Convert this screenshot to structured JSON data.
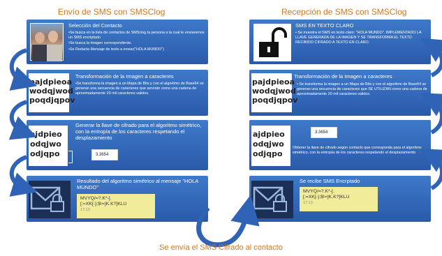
{
  "left": {
    "title": "Envío de SMS con SMSClog",
    "step1": {
      "header": "Selección del Contacto",
      "bullets": [
        "•Se busca en la lista de contactos de SMSclog la persona a la cual le enviaremos un SMS encriptado",
        "•Se busca la imagen correspondiente.",
        "•Se Redacta Mensaje de texto a enviar(\"HOLA MUNDO\")"
      ]
    },
    "step2": {
      "header": "Transformación de la Imagen a caracteres",
      "text": "•Se transforma la imagen a un Mapa de Bits y con el algoritmo de Base64 se generan una secuencia de caracteres que servirán como una cadena de aproximadamente 20 mil caracteres validos.",
      "code_lines": [
        "pajdpieoa",
        "wodqjwod",
        "poqdjqpov"
      ]
    },
    "step3": {
      "header": "Generar la llave de cifrado para el algoritmo simétrico, con la entropía de los caracteres respetando el desplazamiento",
      "code_lines": [
        "ajdpieo",
        "odqjwo",
        "odjqpo"
      ],
      "value": "3.3654"
    },
    "step4": {
      "header": "Resultado del algoritmo simétrico al mensaje \"HOLA MUNDO\"",
      "message": "MVYQ/=?.K*-[.[:=XK[-};$!=]K.K?]KLU",
      "time": "17:13",
      "icon": "envelope-lock-icon"
    }
  },
  "right": {
    "title": "Recepción de SMS con SMSClog",
    "step1": {
      "header": "SMS EN TEXTO CLARO",
      "bullets": [
        "• Se muestra el SMS en texto claro: \"HOLA MUNDO\". IMPLEMENTADO LA LLAVE GENERADA DE LA IMAGEN Y SE TRANSFORMA EL TEXTO RECIBIDO CIFRADO A TEXTO EN CLARO."
      ],
      "icon": "unlocked-padlock-icon"
    },
    "step2": {
      "header": "Transformación de la Imagen a caracteres",
      "text": "• Se transforma la imagen a un Mapa de Bits y con el algoritmo de Base64 se generan una secuencia de caracteres que SE UTILIZAN como una cadena de aproximadamente 20 mil caracteres validos.",
      "code_lines": [
        "pajdpieoa",
        "wodqjwod",
        "poqdjqpov"
      ]
    },
    "step3": {
      "header": "Obtener la llave de cifrado según contacto que corresponda para el algoritmo simétrico, con la entropía de los caracteres respetando el desplazamiento",
      "code_lines": [
        "ajdpieo",
        "odqjwo",
        "odjqpo"
      ],
      "value": "3.3654"
    },
    "step4": {
      "header": "Se recibe SMS Encrptado",
      "message": "MVYQ/=?.K*-[.[:=XK[-};$!=]K.K?]KLU",
      "time": "17:13",
      "icon": "envelope-lock-icon"
    }
  },
  "footer": "Se envía el SMS Cifrado al contacto",
  "colors": {
    "box": "#2f63b5",
    "title": "#d07820",
    "arrow": "#2f63b5",
    "message_bg": "#f0ec9a",
    "envelope": "#1b2f55"
  }
}
